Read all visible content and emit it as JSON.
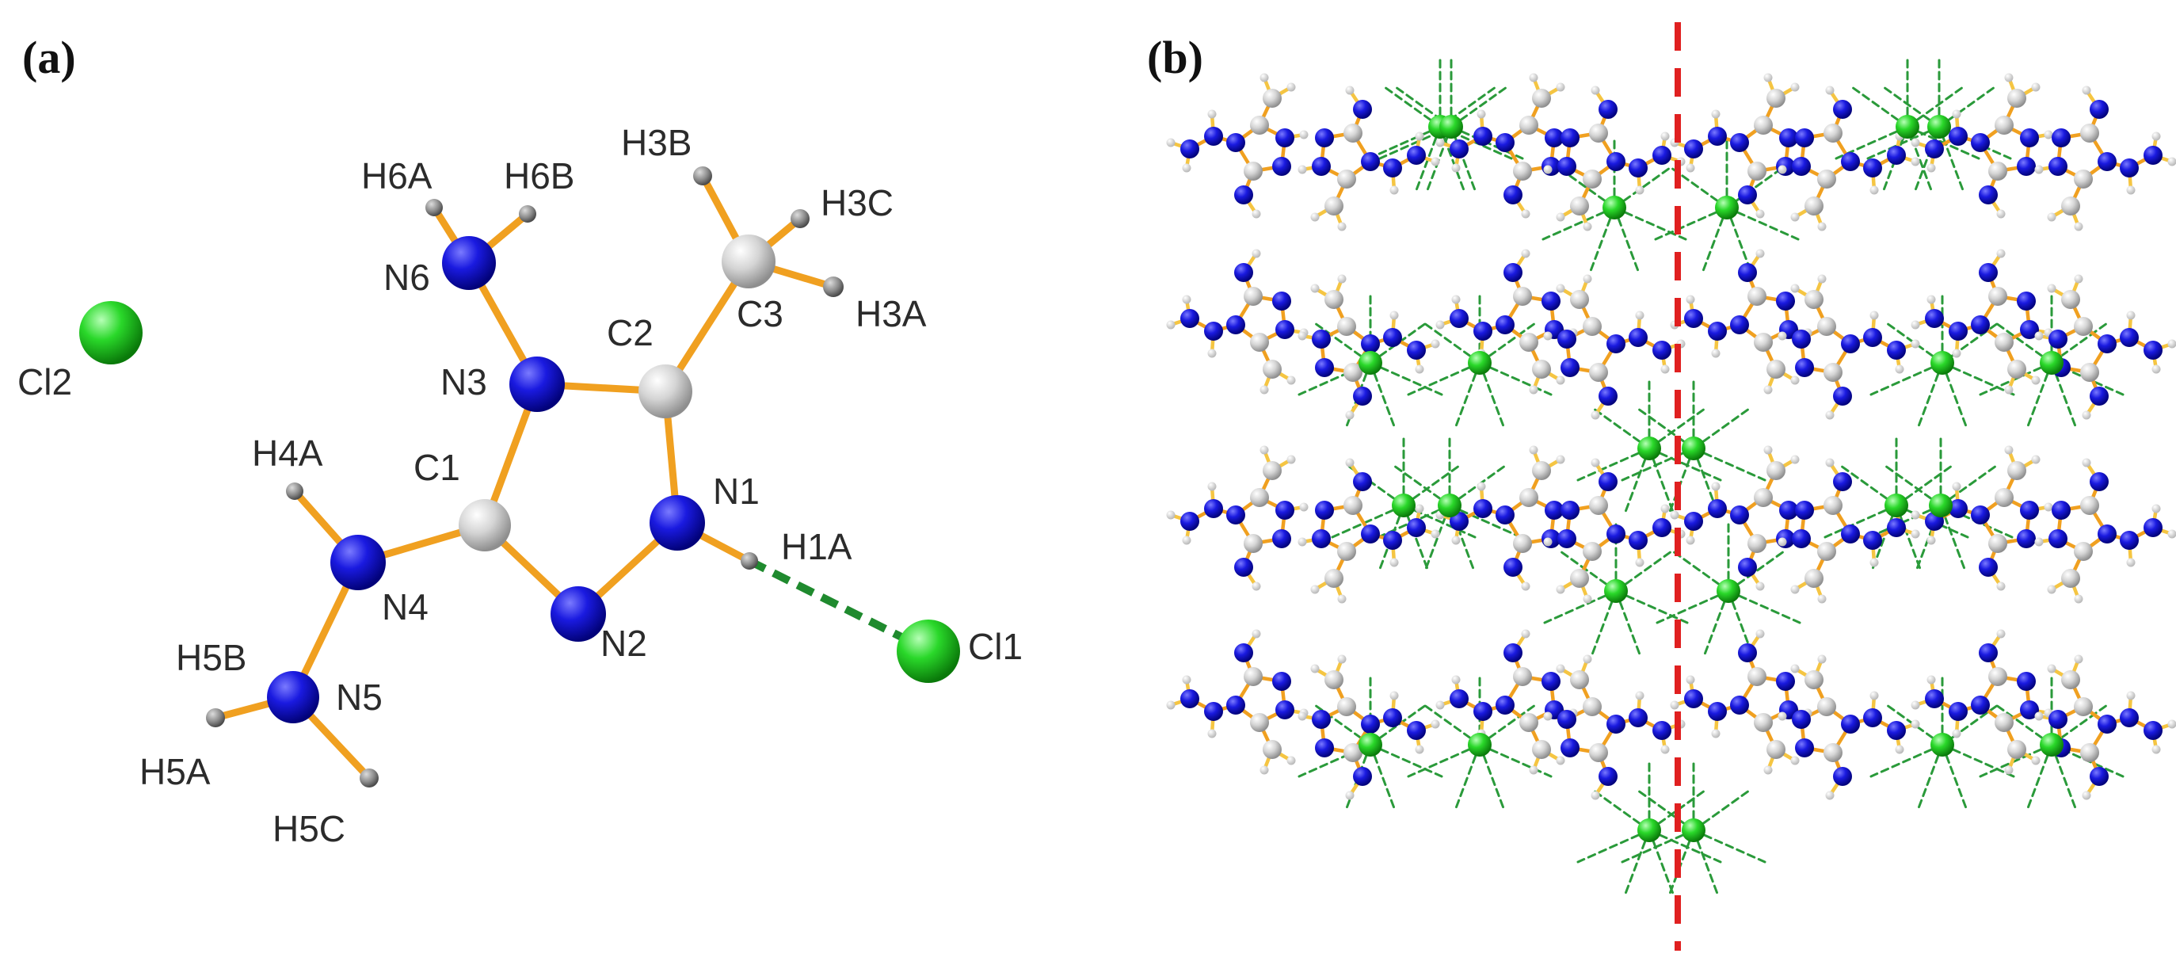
{
  "panels": {
    "a": {
      "label": "(a)"
    },
    "b": {
      "label": "(b)"
    }
  },
  "atom_labels": {
    "cl2": "Cl2",
    "h6a": "H6A",
    "h6b": "H6B",
    "h3b": "H3B",
    "h3c": "H3C",
    "h3a": "H3A",
    "n6": "N6",
    "c3": "C3",
    "c2": "C2",
    "n3": "N3",
    "h4a": "H4A",
    "c1": "C1",
    "n1": "N1",
    "h1a": "H1A",
    "n4": "N4",
    "n2": "N2",
    "cl1": "Cl1",
    "h5b": "H5B",
    "n5": "N5",
    "h5a": "H5A",
    "h5c": "H5C"
  },
  "colors": {
    "bond": "#f0a020",
    "nitrogen": "#1010d8",
    "carbon": "#d6d6d6",
    "hydrogen": "#8a8a8a",
    "chlorine": "#2ad82a",
    "hbond": "#1f8a2e",
    "mirror_line": "#e02020"
  }
}
